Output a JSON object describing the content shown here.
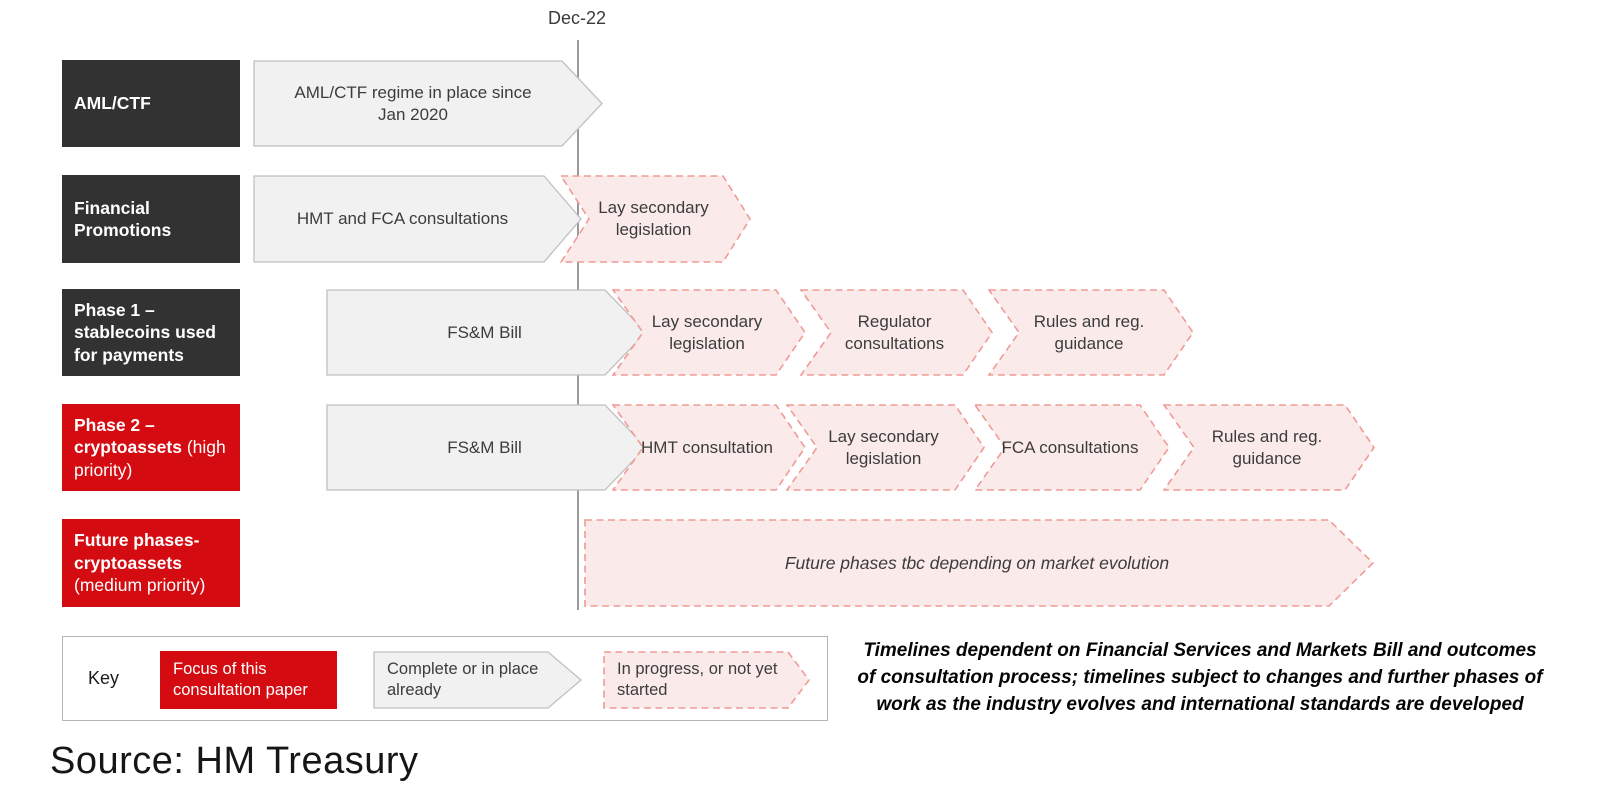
{
  "timeline": {
    "date_marker": "Dec-22",
    "rows": [
      {
        "label_bold": "AML/CTF",
        "label_regular": "",
        "stage_complete": "AML/CTF regime in place since Jan 2020",
        "stages_pending": []
      },
      {
        "label_bold": "Financial Promotions",
        "label_regular": "",
        "stage_complete": "HMT and FCA consultations",
        "stages_pending": [
          "Lay secondary legislation"
        ]
      },
      {
        "label_bold": "Phase 1 – stablecoins used for payments",
        "label_regular": "",
        "stage_complete": "FS&M Bill",
        "stages_pending": [
          "Lay secondary legislation",
          "Regulator consultations",
          "Rules and reg. guidance"
        ]
      },
      {
        "label_bold": "Phase 2 – cryptoassets",
        "label_regular": "(high priority)",
        "stage_complete": "FS&M Bill",
        "stages_pending": [
          "HMT consultation",
          "Lay secondary legislation",
          "FCA consultations",
          "Rules and reg. guidance"
        ]
      },
      {
        "label_bold": "Future phases- cryptoassets",
        "label_regular": "(medium priority)",
        "stage_future": "Future phases tbc depending on market evolution"
      }
    ]
  },
  "key": {
    "title": "Key",
    "focus_label": "Focus of this consultation paper",
    "complete_label": "Complete or in place already",
    "in_progress_label": "In progress, or not yet started"
  },
  "note": "Timelines dependent on Financial Services and Markets Bill and outcomes of consultation process; timelines subject to changes and further phases of work as the industry evolves and international standards are developed",
  "source": "Source: HM Treasury",
  "colors": {
    "accent_red": "#d40b10",
    "dark_label": "#333232",
    "complete_fill": "#f1f1f1",
    "complete_border": "#c0c0c0",
    "pending_fill": "#faebea",
    "pending_border": "#ef9b95",
    "timeline_rule": "#9a9a9a"
  }
}
